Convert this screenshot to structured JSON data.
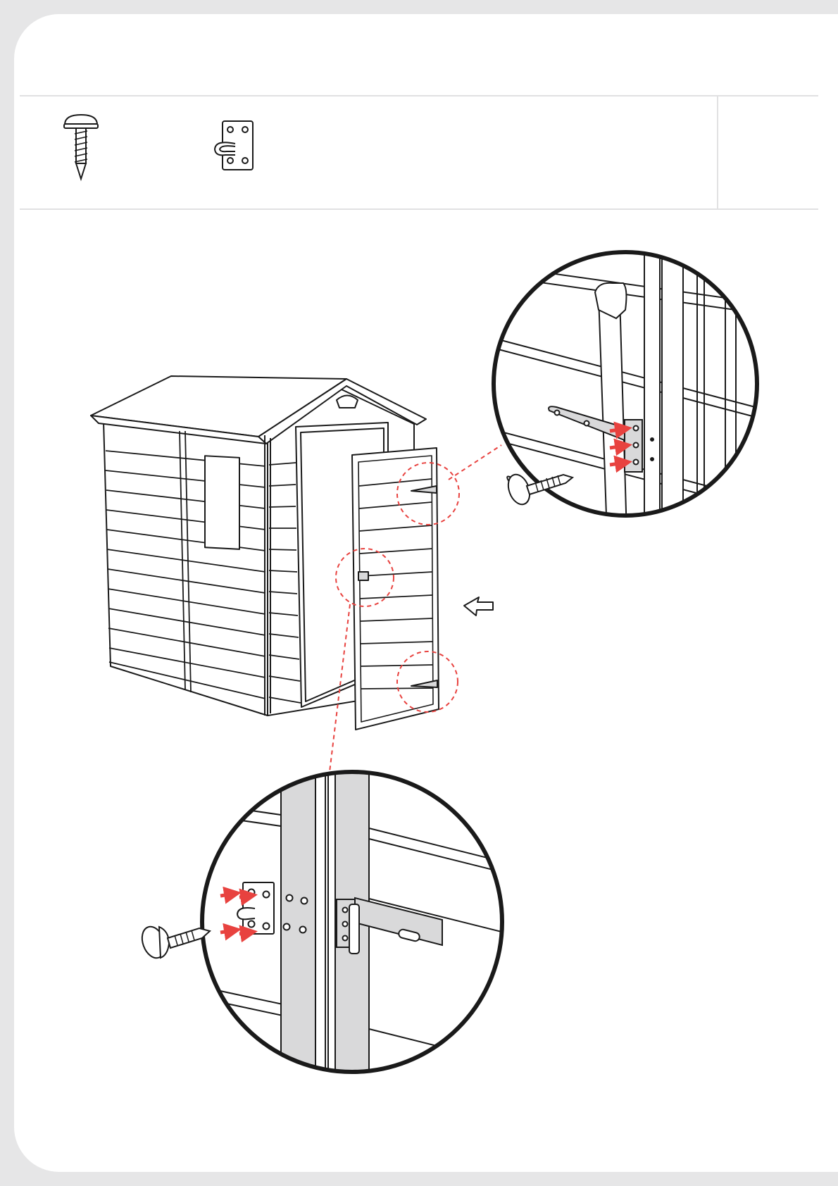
{
  "page": {
    "background": "#e6e6e7",
    "sheet_color": "#ffffff",
    "divider_color": "#e1e1e2"
  },
  "parts": [
    {
      "icon": "screw-icon"
    },
    {
      "icon": "door-stopper-hook-icon"
    }
  ],
  "diagram": {
    "main": "shed-with-open-door",
    "detail_top": "door-hinge-closeup",
    "detail_bottom": "door-latch-closeup",
    "direction_indicator": "arrow-left-icon",
    "highlight_color": "#e8423f",
    "metal_color": "#d9d9da",
    "line_color": "#1a1a1a"
  }
}
